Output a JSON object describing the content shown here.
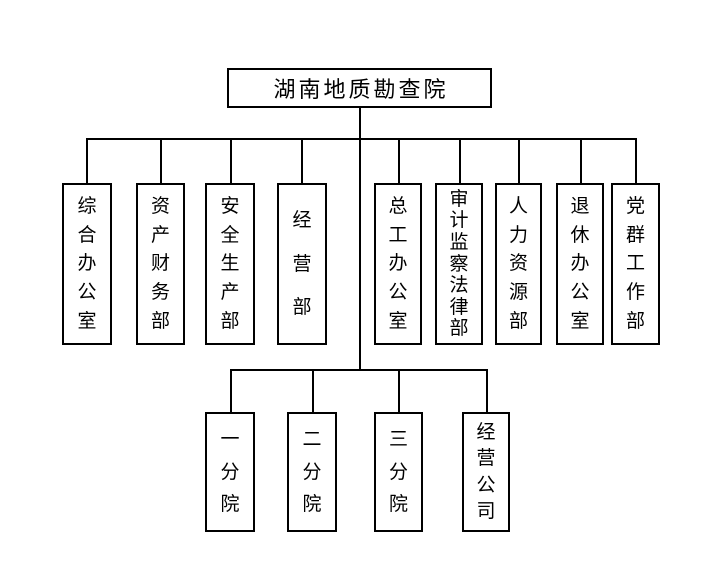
{
  "org_chart": {
    "title": "湖南地质勘查院",
    "root": {
      "label": "湖南地质勘查院"
    },
    "level1": [
      {
        "id": "comprehensive-office",
        "label": "综合办公室"
      },
      {
        "id": "asset-finance-dept",
        "label": "资产财务部"
      },
      {
        "id": "safety-production-dept",
        "label": "安全生产部"
      },
      {
        "id": "operations-dept",
        "label": "经营部"
      },
      {
        "id": "chief-engineer-office",
        "label": "总工办公室"
      },
      {
        "id": "audit-supervision-legal-dept",
        "label": "审计监察法律部"
      },
      {
        "id": "human-resources-dept",
        "label": "人力资源部"
      },
      {
        "id": "retirement-office",
        "label": "退休办公室"
      },
      {
        "id": "party-mass-work-dept",
        "label": "党群工作部"
      }
    ],
    "level2": [
      {
        "id": "branch-1",
        "label": "一分院"
      },
      {
        "id": "branch-2",
        "label": "二分院"
      },
      {
        "id": "branch-3",
        "label": "三分院"
      },
      {
        "id": "operating-company",
        "label": "经营公司"
      }
    ],
    "colors": {
      "background": "#ffffff",
      "line": "#000000",
      "box_border": "#000000",
      "text": "#000000"
    }
  }
}
